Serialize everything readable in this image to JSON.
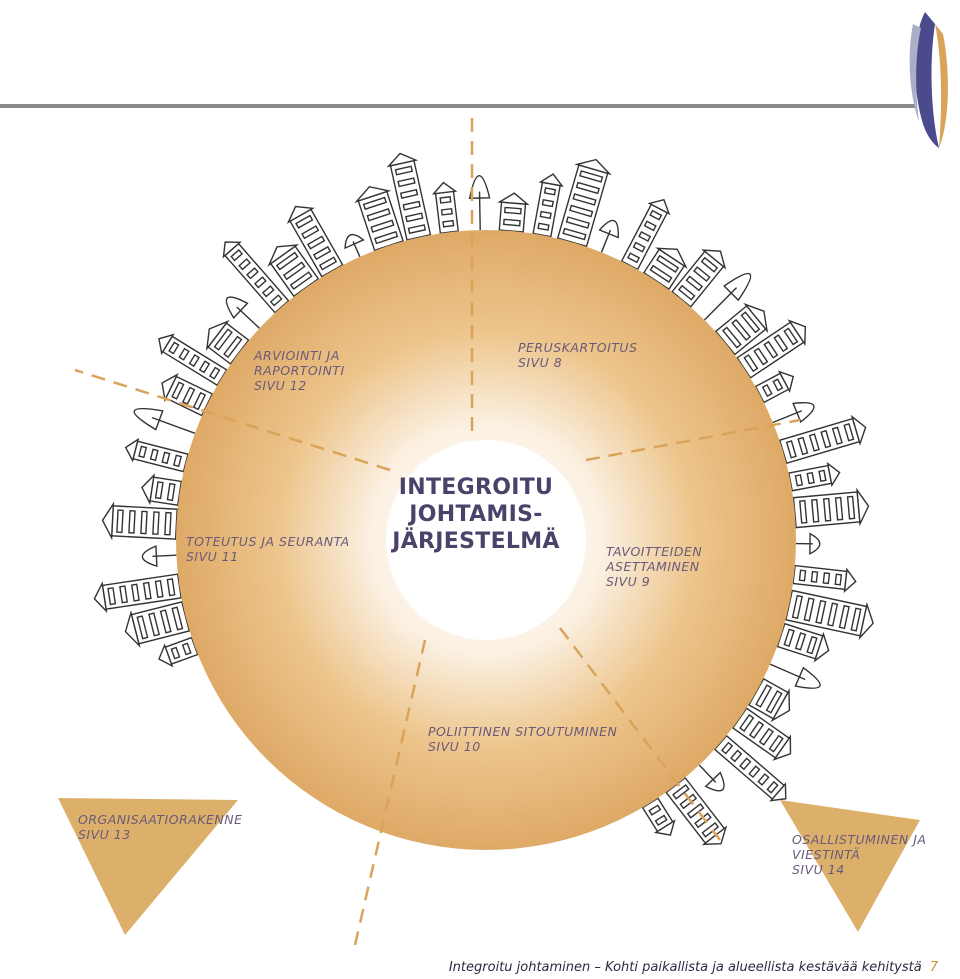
{
  "center_title": [
    "INTEGROITU",
    "JOHTAMIS-",
    "JÄRJESTELMÄ"
  ],
  "segments": [
    {
      "id": "peruskartoitus",
      "lines": [
        "PERUSKARTOITUS",
        "SIVU 8"
      ]
    },
    {
      "id": "tavoitteiden",
      "lines": [
        "TAVOITTEIDEN",
        "ASETTAMINEN",
        "SIVU 9"
      ]
    },
    {
      "id": "poliittinen",
      "lines": [
        "POLIITTINEN SITOUTUMINEN",
        "SIVU 10"
      ]
    },
    {
      "id": "toteutus",
      "lines": [
        "TOTEUTUS JA SEURANTA",
        "SIVU 11"
      ]
    },
    {
      "id": "arviointi",
      "lines": [
        "ARVIOINTI JA",
        "RAPORTOINTI",
        "SIVU 12"
      ]
    }
  ],
  "corners": [
    {
      "id": "organisaatio",
      "lines": [
        "ORGANISAATIORAKENNE",
        "SIVU 13"
      ]
    },
    {
      "id": "osallistuminen",
      "lines": [
        "OSALLISTUMINEN JA",
        "VIESTINTÄ",
        "SIVU 14"
      ]
    }
  ],
  "footer": {
    "text": "Integroitu johtaminen – Kohti paikallista ja alueellista kestävää kehitystä",
    "page": "7"
  },
  "colors": {
    "ring_inner": "#fbf1e3",
    "ring_mid": "#e9b978",
    "ring_outer": "#d89c53",
    "dash": "#d9a45a",
    "triangle": "#dcb06a",
    "label": "#6a5a7a",
    "title": "#4b4269"
  },
  "icons": [
    "town-drawing-icon",
    "logo-icon"
  ]
}
